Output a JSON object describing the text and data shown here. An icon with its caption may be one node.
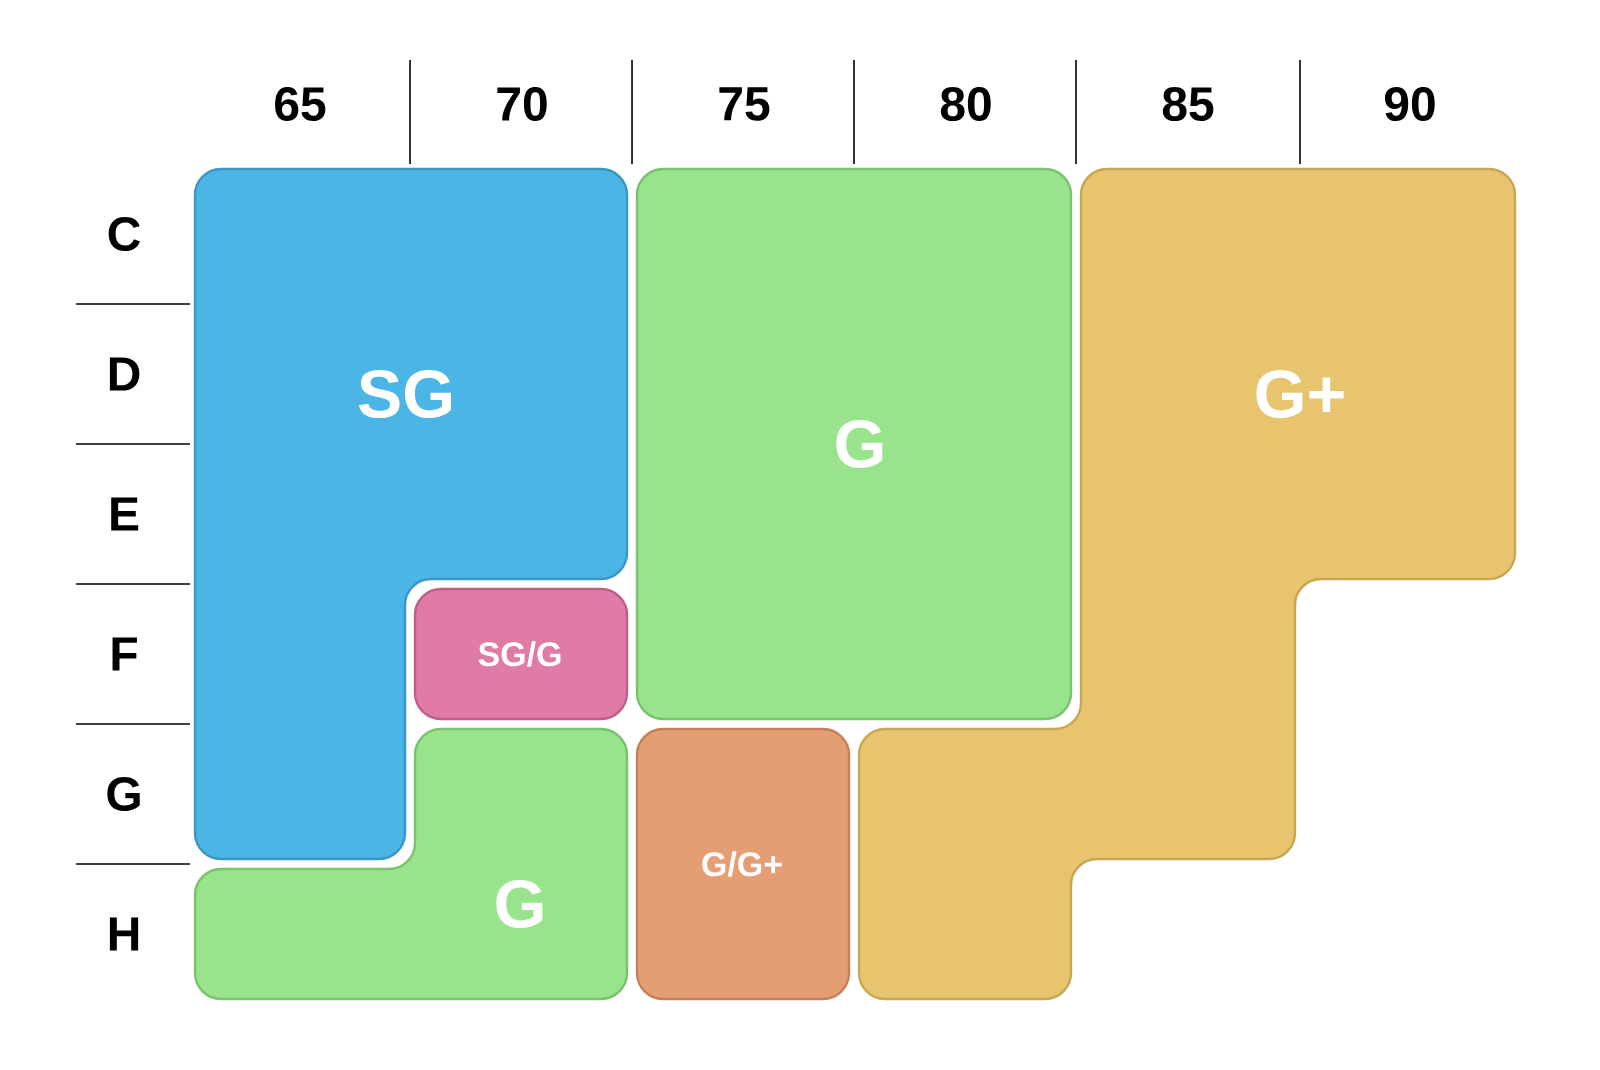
{
  "diagram": {
    "nodes": [
      {
        "text": [
          "SG"
        ]
      },
      {
        "text": [
          "G"
        ]
      },
      {
        "text": [
          "G+"
        ]
      },
      {
        "text": [
          "SG/G"
        ]
      },
      {
        "text": [
          "G"
        ]
      },
      {
        "text": [
          "G/G+"
        ]
      }
    ],
    "labels": [
      "65",
      "70",
      "75",
      "80",
      "85",
      "90",
      "C",
      "D",
      "E",
      "F",
      "G",
      "H"
    ]
  }
}
